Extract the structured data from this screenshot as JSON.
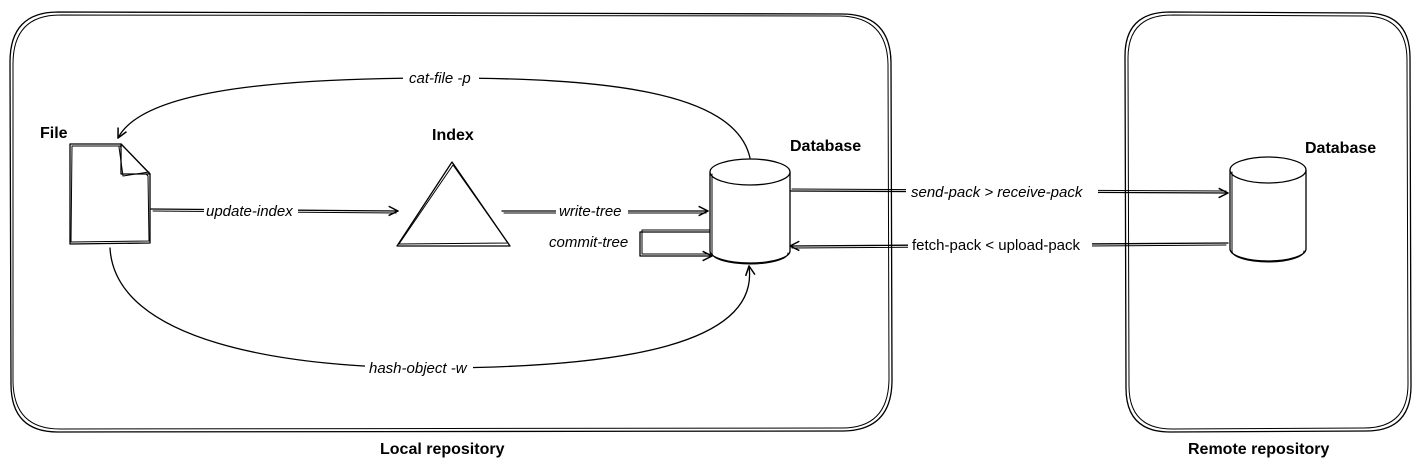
{
  "local": {
    "title": "Local repository",
    "file_label": "File",
    "index_label": "Index",
    "database_label": "Database"
  },
  "remote": {
    "title": "Remote repository",
    "database_label": "Database"
  },
  "edges": {
    "cat_file": "cat-file -p",
    "update_index": "update-index",
    "write_tree": "write-tree",
    "commit_tree": "commit-tree",
    "hash_object": "hash-object -w",
    "send_pack": "send-pack > receive-pack",
    "fetch_pack": "fetch-pack < upload-pack"
  }
}
